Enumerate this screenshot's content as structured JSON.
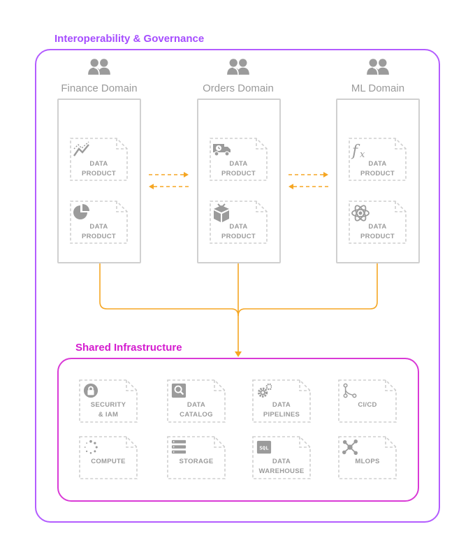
{
  "governance": {
    "title": "Interoperability & Governance"
  },
  "domains": [
    {
      "name": "Finance Domain",
      "icon": "calculator-dollar-icon",
      "products": [
        {
          "line1": "DATA",
          "line2": "PRODUCT",
          "icon": "line-chart-icon"
        },
        {
          "line1": "DATA",
          "line2": "PRODUCT",
          "icon": "pie-chart-icon"
        }
      ]
    },
    {
      "name": "Orders Domain",
      "icon": "shopping-cart-icon",
      "products": [
        {
          "line1": "DATA",
          "line2": "PRODUCT",
          "icon": "delivery-truck-icon"
        },
        {
          "line1": "DATA",
          "line2": "PRODUCT",
          "icon": "package-icon"
        }
      ]
    },
    {
      "name": "ML Domain",
      "icon": "brain-icon",
      "products": [
        {
          "line1": "DATA",
          "line2": "PRODUCT",
          "icon": "function-icon"
        },
        {
          "line1": "DATA",
          "line2": "PRODUCT",
          "icon": "atom-icon"
        }
      ]
    }
  ],
  "shared": {
    "title": "Shared Infrastructure",
    "items": [
      {
        "line1": "SECURITY",
        "line2": "& IAM",
        "icon": "lock-icon"
      },
      {
        "line1": "DATA",
        "line2": "CATALOG",
        "icon": "magnifier-icon"
      },
      {
        "line1": "DATA",
        "line2": "PIPELINES",
        "icon": "gears-icon"
      },
      {
        "line1": "CI/CD",
        "line2": "",
        "icon": "git-branch-icon"
      },
      {
        "line1": "COMPUTE",
        "line2": "",
        "icon": "spinner-icon"
      },
      {
        "line1": "STORAGE",
        "line2": "",
        "icon": "server-list-icon"
      },
      {
        "line1": "DATA",
        "line2": "WAREHOUSE",
        "icon": "sql-icon"
      },
      {
        "line1": "MLOPS",
        "line2": "",
        "icon": "network-icon"
      }
    ]
  },
  "colors": {
    "governance": "#a64dff",
    "shared": "#d41ccf",
    "connector": "#f5a623",
    "muted": "#9b9b9b"
  }
}
